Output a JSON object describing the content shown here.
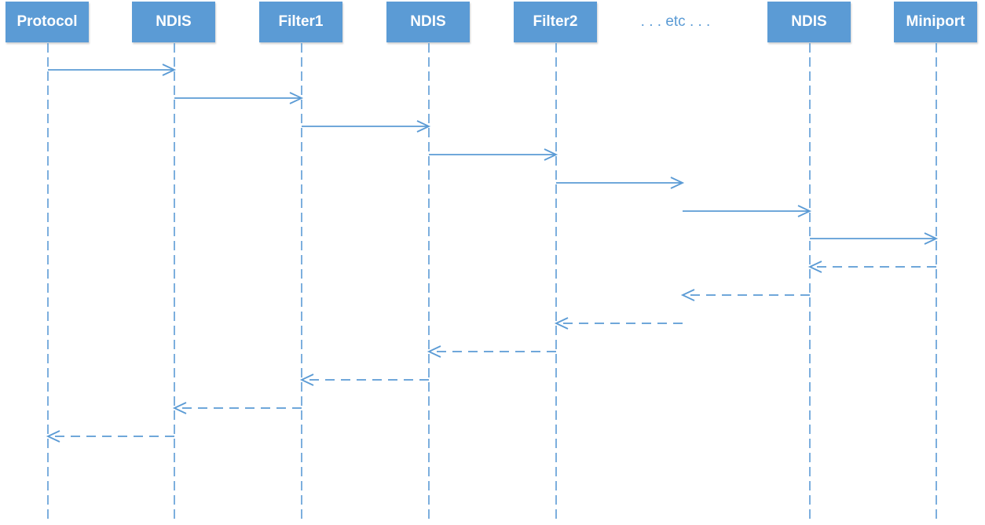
{
  "participants": [
    {
      "id": "protocol",
      "label": "Protocol"
    },
    {
      "id": "ndis1",
      "label": "NDIS"
    },
    {
      "id": "filter1",
      "label": "Filter1"
    },
    {
      "id": "ndis2",
      "label": "NDIS"
    },
    {
      "id": "filter2",
      "label": "Filter2"
    },
    {
      "id": "etc",
      "label": ". . . etc . . ."
    },
    {
      "id": "ndis3",
      "label": "NDIS"
    },
    {
      "id": "miniport",
      "label": "Miniport"
    }
  ],
  "messages": [
    {
      "from": "protocol",
      "to": "ndis1",
      "style": "solid"
    },
    {
      "from": "ndis1",
      "to": "filter1",
      "style": "solid"
    },
    {
      "from": "filter1",
      "to": "ndis2",
      "style": "solid"
    },
    {
      "from": "ndis2",
      "to": "filter2",
      "style": "solid"
    },
    {
      "from": "filter2",
      "to": "etc",
      "style": "solid"
    },
    {
      "from": "etc",
      "to": "ndis3",
      "style": "solid"
    },
    {
      "from": "ndis3",
      "to": "miniport",
      "style": "solid"
    },
    {
      "from": "miniport",
      "to": "ndis3",
      "style": "dashed"
    },
    {
      "from": "ndis3",
      "to": "etc",
      "style": "dashed"
    },
    {
      "from": "etc",
      "to": "filter2",
      "style": "dashed"
    },
    {
      "from": "filter2",
      "to": "ndis2",
      "style": "dashed"
    },
    {
      "from": "ndis2",
      "to": "filter1",
      "style": "dashed"
    },
    {
      "from": "filter1",
      "to": "ndis1",
      "style": "dashed"
    },
    {
      "from": "ndis1",
      "to": "protocol",
      "style": "dashed"
    }
  ],
  "colors": {
    "accent": "#5b9bd5",
    "box_text": "#ffffff"
  }
}
